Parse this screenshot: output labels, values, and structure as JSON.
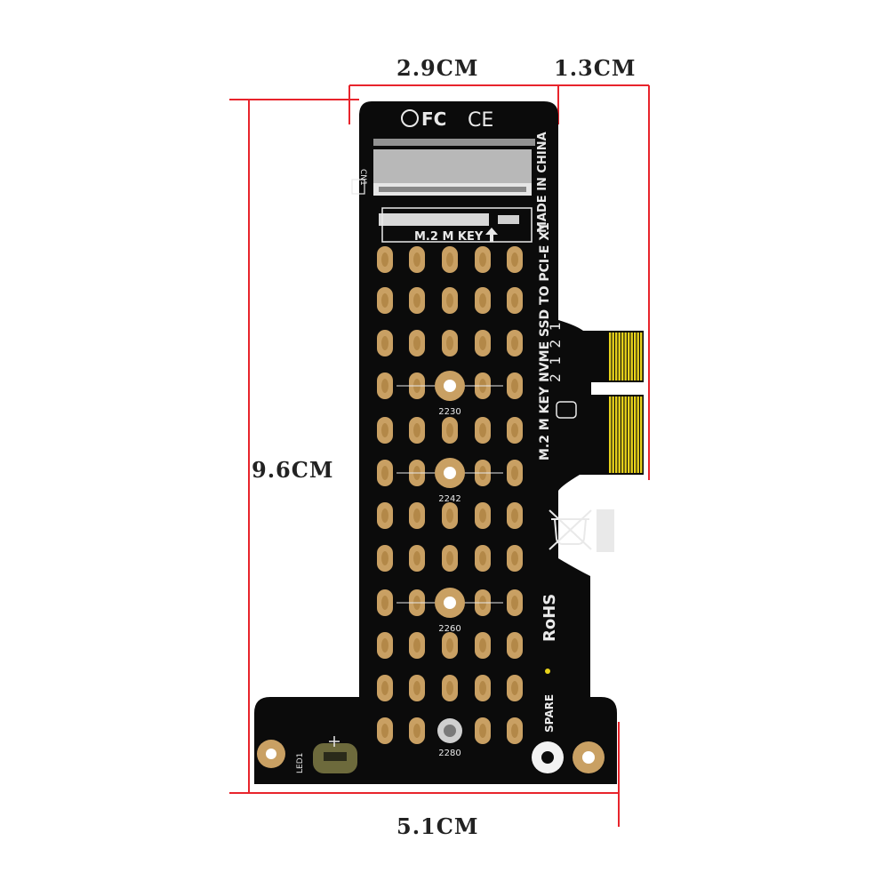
{
  "dimensions": {
    "top_width": "2.9CM",
    "connector_width": "1.3CM",
    "height": "9.6CM",
    "bottom_width": "5.1CM"
  },
  "board": {
    "slot_title": "M.2 M KEY",
    "product_text": "M.2 M KEY NVME SSD TO PCI-E X1",
    "origin_text": "MADE IN CHINA",
    "rohs_text": "RoHS",
    "spare_text": "SPARE",
    "led_text": "LED1",
    "slot_ref": "CN1",
    "date_code": "2 1 2 1",
    "mount_labels": [
      "2230",
      "2242",
      "2260",
      "2280"
    ],
    "fc_mark": "FC",
    "ce_mark": "CE"
  },
  "colors": {
    "pcb": "#0b0b0b",
    "gold_pad": "#c9a063",
    "gold_pad_center": "#b38848",
    "finger_gold": "#e8d21a",
    "silkscreen": "#e9e9e9",
    "dimension_line": "#e8242c",
    "led_body": "#6d6a3c"
  },
  "icons": [
    "fc-mark-icon",
    "ce-mark-icon",
    "weee-bin-icon",
    "arrow-up-icon"
  ]
}
